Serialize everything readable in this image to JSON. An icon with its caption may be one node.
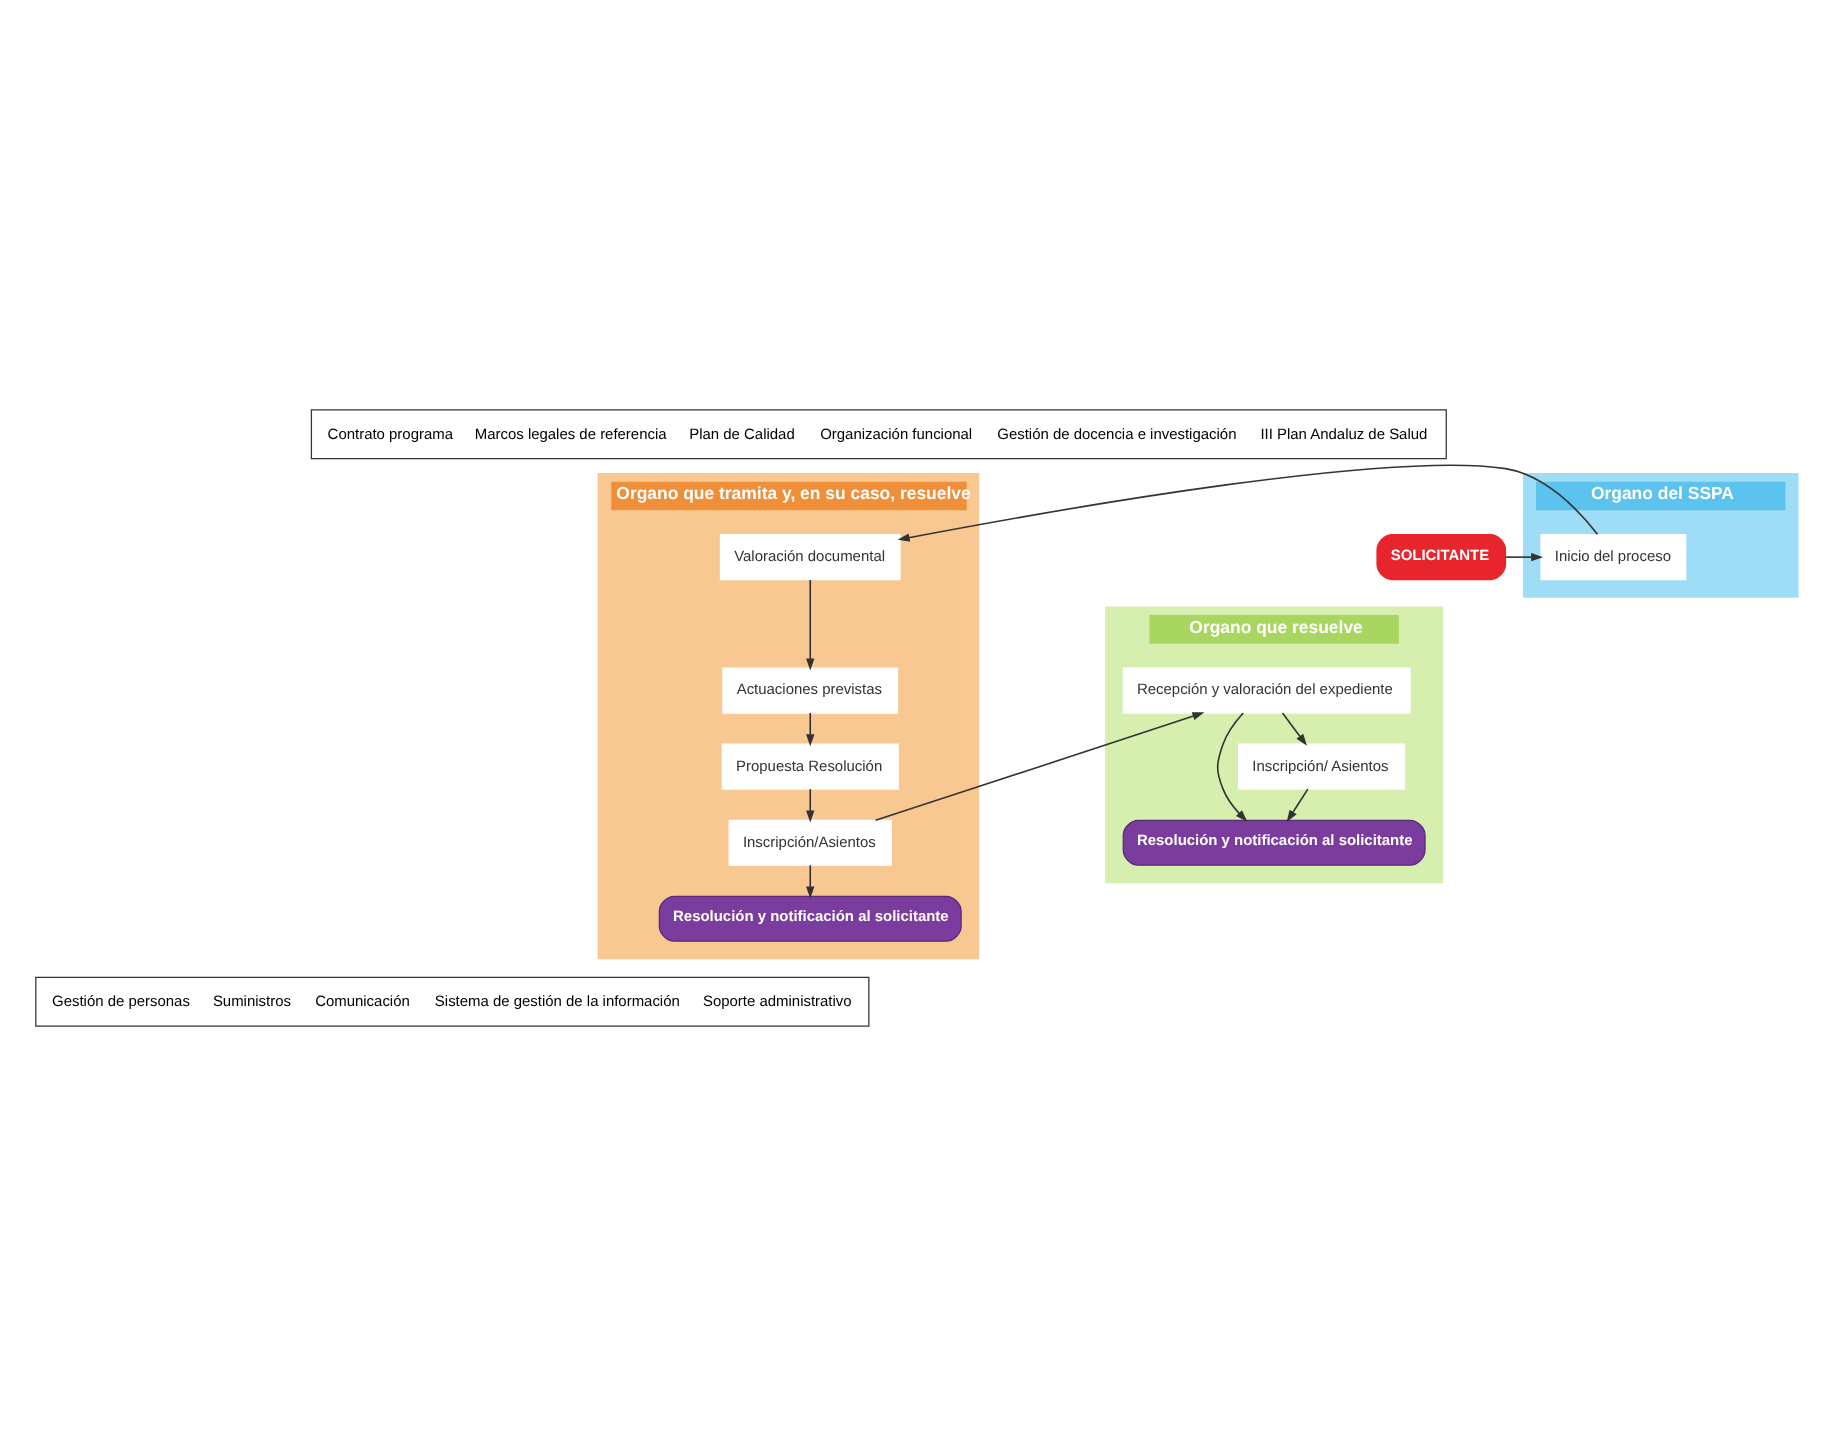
{
  "diagram": {
    "nodes": [
      {
        "text": [
          "Contrato programa",
          "Marcos legales de referencia",
          "Plan de Calidad",
          "Organización funcional",
          "Gestión de docencia e investigación",
          "III Plan Andaluz de Salud"
        ]
      },
      {
        "text": [
          "SOLICITANTE"
        ]
      },
      {
        "text": [
          "Organo del SSPA"
        ]
      },
      {
        "text": [
          "Inicio del proceso"
        ],
        "in": 2
      },
      {
        "text": [
          "Organo que tramita y, en su caso, resuelve"
        ]
      },
      {
        "text": [
          "Valoración documental"
        ],
        "in": 4
      },
      {
        "text": [
          "Actuaciones previstas"
        ],
        "in": 4
      },
      {
        "text": [
          "Propuesta Resolución"
        ],
        "in": 4
      },
      {
        "text": [
          "Inscripción/Asientos"
        ],
        "in": 4
      },
      {
        "text": [
          "Resolución y notificación al solicitante"
        ],
        "in": 4
      },
      {
        "text": [
          "Organo que resuelve"
        ]
      },
      {
        "text": [
          "Recepción y valoración del expediente"
        ],
        "in": 10
      },
      {
        "text": [
          "Inscripción/ Asientos"
        ],
        "in": 10
      },
      {
        "text": [
          "Resolución y notificación al solicitante"
        ],
        "in": 10
      },
      {
        "text": [
          "Gestión de personas",
          "Suministros",
          "Comunicación",
          "Sistema de gestión de la información",
          "Soporte administrativo"
        ]
      }
    ],
    "edges": [
      {
        "from": 1,
        "to": 3,
        "arrow": "to"
      },
      {
        "from": 3,
        "to": 5,
        "arrow": "to"
      },
      {
        "from": 5,
        "to": 6,
        "arrow": "to"
      },
      {
        "from": 6,
        "to": 7,
        "arrow": "to"
      },
      {
        "from": 7,
        "to": 8,
        "arrow": "to"
      },
      {
        "from": 8,
        "to": 9,
        "arrow": "to"
      },
      {
        "from": 8,
        "to": 11,
        "arrow": "to"
      },
      {
        "from": 11,
        "to": 12,
        "arrow": "to"
      },
      {
        "from": 11,
        "to": 13,
        "arrow": "to"
      },
      {
        "from": 12,
        "to": 13,
        "arrow": "to"
      }
    ]
  }
}
